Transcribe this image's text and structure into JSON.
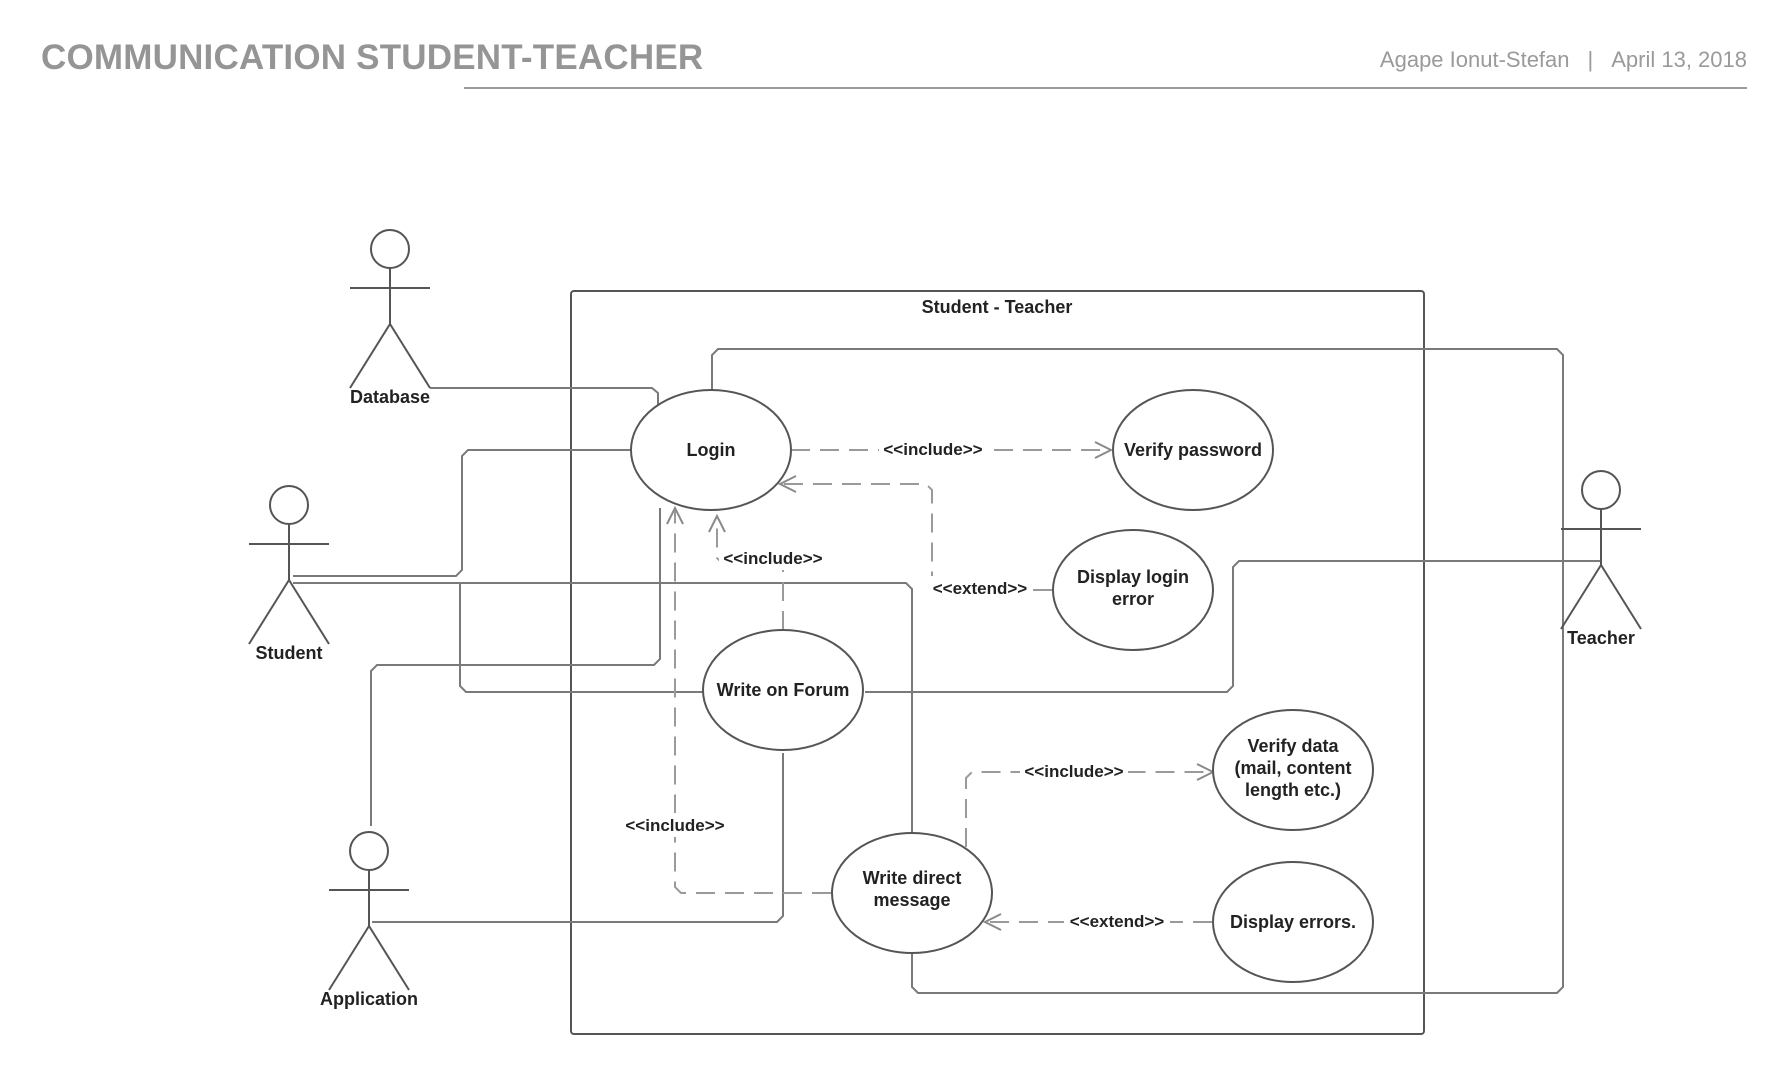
{
  "header": {
    "title": "COMMUNICATION STUDENT-TEACHER",
    "author": "Agape Ionut-Stefan",
    "separator": "|",
    "date": "April 13, 2018"
  },
  "system": {
    "label": "Student - Teacher"
  },
  "actors": {
    "database": "Database",
    "student": "Student",
    "application": "Application",
    "teacher": "Teacher"
  },
  "use_cases": {
    "login": [
      "Login"
    ],
    "verify_password": [
      "Verify password"
    ],
    "display_login_error": [
      "Display login",
      "error"
    ],
    "write_on_forum": [
      "Write on Forum"
    ],
    "verify_data": [
      "Verify data",
      "(mail, content",
      "length etc.)"
    ],
    "write_direct_message": [
      "Write direct",
      "message"
    ],
    "display_errors": [
      "Display errors."
    ]
  },
  "relations": {
    "login_include_verify_password": "<<include>>",
    "display_login_error_extend_login": "<<extend>>",
    "write_on_forum_include_login": "<<include>>",
    "write_direct_message_include_login": "<<include>>",
    "write_direct_message_include_verify_data": "<<include>>",
    "display_errors_extend_write_direct_message": "<<extend>>"
  },
  "colors": {
    "line": "#7a7a7a",
    "dashed": "#9a9a9a",
    "shape_stroke": "#555555",
    "title": "#959595"
  }
}
